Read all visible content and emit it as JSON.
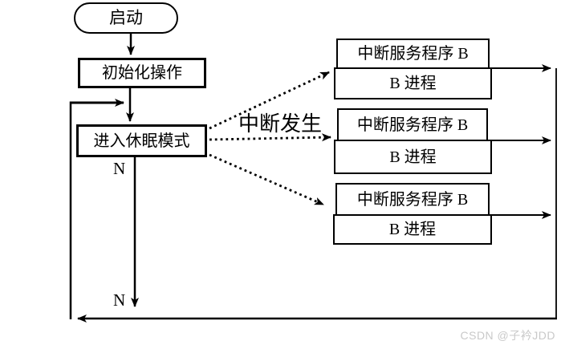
{
  "diagram": {
    "nodes": {
      "start": "启动",
      "init": "初始化操作",
      "sleep": "进入休眠模式"
    },
    "labels": {
      "interrupt": "中断发生",
      "n_upper": "N",
      "n_lower": "N"
    },
    "isr_groups": [
      {
        "service": "中断服务程序 B",
        "process": "B 进程"
      },
      {
        "service": "中断服务程序 B",
        "process": "B 进程"
      },
      {
        "service": "中断服务程序 B",
        "process": "B 进程"
      }
    ],
    "colors": {
      "line": "#000000",
      "background": "#ffffff",
      "watermark": "#c9c9c9"
    }
  },
  "watermark": "CSDN @子衿JDD"
}
